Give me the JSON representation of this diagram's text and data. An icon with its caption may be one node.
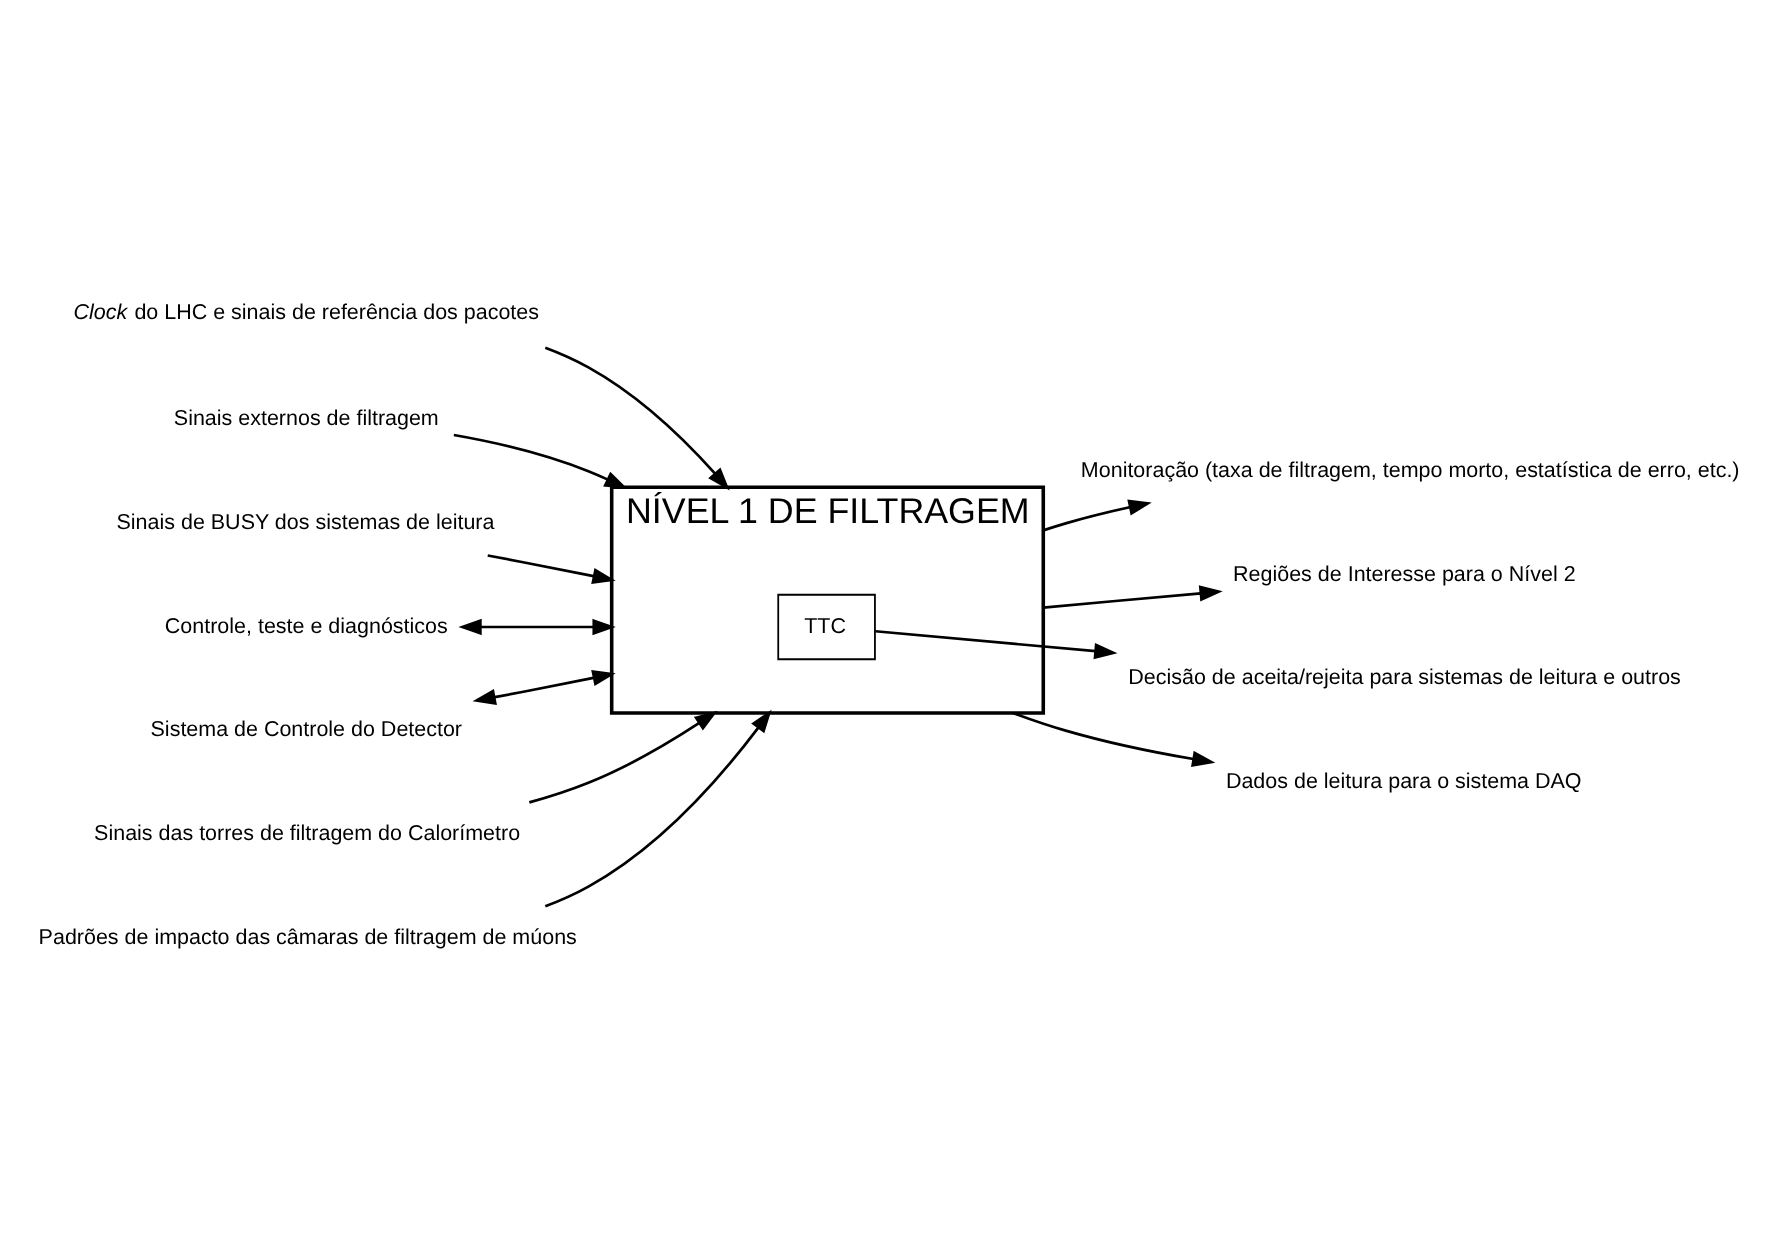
{
  "diagram": {
    "nodes": [
      {
        "text": [
          "*Clock* do LHC e sinais de referência dos pacotes"
        ]
      },
      {
        "text": [
          "Sinais externos de filtragem"
        ]
      },
      {
        "text": [
          "Sinais de BUSY dos sistemas de leitura"
        ]
      },
      {
        "text": [
          "Monitoração (taxa de filtragem, tempo morto, estatística de erro, etc.)"
        ]
      },
      {
        "text": [
          "Controle, teste e diagnósticos"
        ]
      },
      {
        "text": [
          "Sistema de Controle do Detector"
        ]
      },
      {
        "text": [
          "Sinais das torres de filtragem do Calorímetro"
        ]
      },
      {
        "text": [
          "NÍVEL 1 DE FILTRAGEM"
        ]
      },
      {
        "text": [
          "TTC"
        ],
        "in": 7
      },
      {
        "text": [
          "Regiões de Interesse para o Nível 2"
        ]
      },
      {
        "text": [
          "Padrões de impacto das câmaras de filtragem de múons"
        ]
      },
      {
        "text": [
          "Decisão de aceita/rejeita para sistemas de leitura e outros"
        ]
      },
      {
        "text": [
          "Dados de leitura para o sistema DAQ"
        ]
      }
    ],
    "edges": [
      {
        "from": 0,
        "to": 7,
        "arrow": "to"
      },
      {
        "from": 1,
        "to": 7,
        "arrow": "to"
      },
      {
        "from": 2,
        "to": 7,
        "arrow": "to"
      },
      {
        "from": 7,
        "to": 3,
        "arrow": "to"
      },
      {
        "from": 4,
        "to": 7,
        "arrow": "both"
      },
      {
        "from": 5,
        "to": 7,
        "arrow": "both"
      },
      {
        "from": 6,
        "to": 7,
        "arrow": "to"
      },
      {
        "from": 10,
        "to": 7,
        "arrow": "to"
      },
      {
        "from": 7,
        "to": 9,
        "arrow": "to"
      },
      {
        "from": 8,
        "to": 11,
        "arrow": "to"
      },
      {
        "from": 7,
        "to": 12,
        "arrow": "to"
      }
    ]
  }
}
